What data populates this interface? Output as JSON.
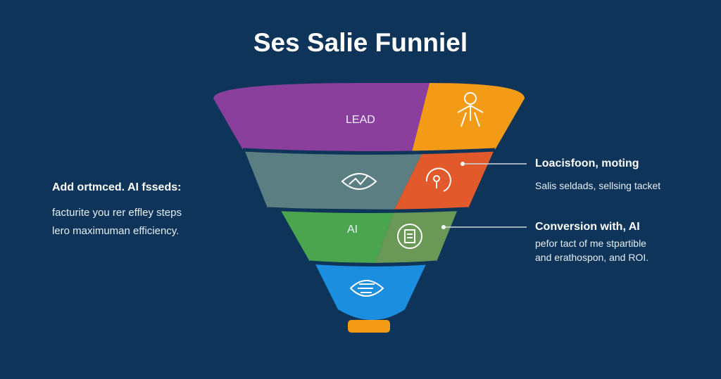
{
  "title": "Ses Salie Funniel",
  "left_note": {
    "heading": "Add ortmced. AI fsseds:",
    "lines": [
      "facturite you rer effley steps",
      "lero maximuman efficiency."
    ]
  },
  "right_notes": [
    {
      "heading": "Loacisfoon, moting",
      "lines": [
        "Salis seldads, sellsing tacket"
      ]
    },
    {
      "heading": "Conversion with, AI",
      "lines": [
        "pefor tact of me stpartible",
        "and erathospon, and ROI."
      ]
    }
  ],
  "funnel": {
    "stages": [
      {
        "label": "LEAD",
        "left_color": "#8b3f9c",
        "right_color": "#f39a16",
        "icon": "network-person-icon"
      },
      {
        "label": "",
        "left_color": "#5b7e83",
        "right_color": "#e25a2c",
        "icon": "eye-chart-icon"
      },
      {
        "label": "AI",
        "left_color": "#4ba54f",
        "right_color": "#6a9957",
        "icon": "document-cycle-icon"
      },
      {
        "label": "",
        "left_color": "#1c8ee0",
        "right_color": "#1c8ee0",
        "icon": "eye-document-icon"
      }
    ],
    "spout_color": "#f39a16"
  },
  "colors": {
    "background": "#0e3559",
    "separator": "#0e3559",
    "connector": "#cfd8e0"
  }
}
